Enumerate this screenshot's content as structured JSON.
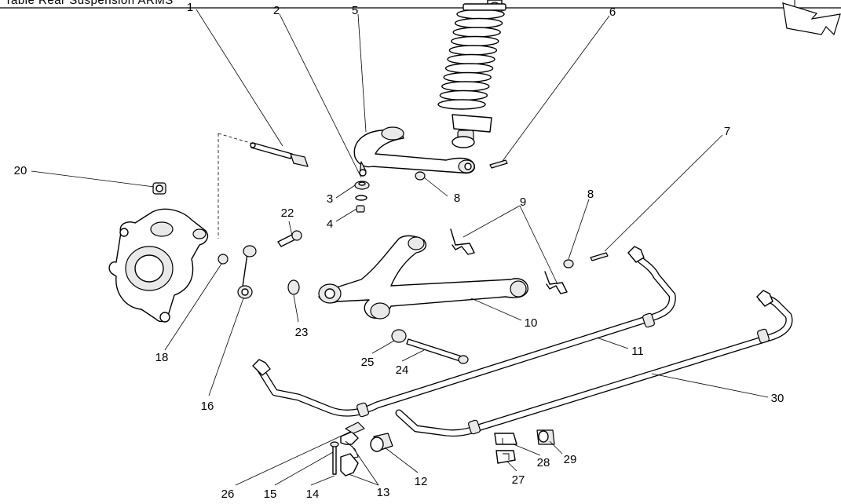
{
  "header": {
    "title": "Table     Rear Suspension ARMS"
  },
  "nav_icon": "direction-arrow-icon",
  "callouts": [
    {
      "id": "1",
      "label": "1"
    },
    {
      "id": "2",
      "label": "2"
    },
    {
      "id": "5",
      "label": "5"
    },
    {
      "id": "6",
      "label": "6"
    },
    {
      "id": "7",
      "label": "7"
    },
    {
      "id": "20",
      "label": "20"
    },
    {
      "id": "3",
      "label": "3"
    },
    {
      "id": "8a",
      "label": "8"
    },
    {
      "id": "9",
      "label": "9"
    },
    {
      "id": "8b",
      "label": "8"
    },
    {
      "id": "22",
      "label": "22"
    },
    {
      "id": "4",
      "label": "4"
    },
    {
      "id": "23",
      "label": "23"
    },
    {
      "id": "10",
      "label": "10"
    },
    {
      "id": "11",
      "label": "11"
    },
    {
      "id": "18",
      "label": "18"
    },
    {
      "id": "25",
      "label": "25"
    },
    {
      "id": "24",
      "label": "24"
    },
    {
      "id": "16",
      "label": "16"
    },
    {
      "id": "30",
      "label": "30"
    },
    {
      "id": "12",
      "label": "12"
    },
    {
      "id": "28",
      "label": "28"
    },
    {
      "id": "29",
      "label": "29"
    },
    {
      "id": "27",
      "label": "27"
    },
    {
      "id": "26",
      "label": "26"
    },
    {
      "id": "15",
      "label": "15"
    },
    {
      "id": "14",
      "label": "14"
    },
    {
      "id": "13",
      "label": "13"
    }
  ]
}
